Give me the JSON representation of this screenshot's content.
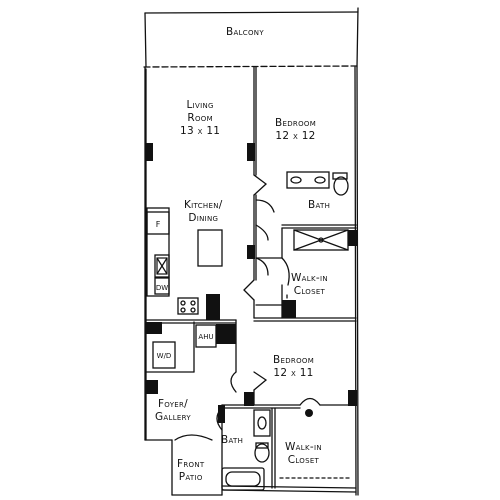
{
  "rooms": {
    "balcony": "Balcony",
    "living_room": [
      "Living",
      "Room",
      "13 x 11"
    ],
    "bedroom1": [
      "Bedroom",
      "12 x 12"
    ],
    "bath1": "Bath",
    "kitchen_dining": [
      "Kitchen/",
      "Dining"
    ],
    "walkin_closet1": [
      "Walk-in",
      "Closet"
    ],
    "bedroom2": [
      "Bedroom",
      "12 x 11"
    ],
    "foyer_gallery": [
      "Foyer/",
      "Gallery"
    ],
    "bath2": "Bath",
    "walkin_closet2": [
      "Walk-in",
      "Closet"
    ],
    "front_patio": [
      "Front",
      "Patio"
    ]
  },
  "fixtures": {
    "fridge": "F",
    "dishwasher": "DW",
    "ahu": "AHU",
    "washer_dryer": "W/D"
  },
  "colors": {
    "line": "#111111",
    "wall_fill": "#111111",
    "background": "#ffffff"
  }
}
